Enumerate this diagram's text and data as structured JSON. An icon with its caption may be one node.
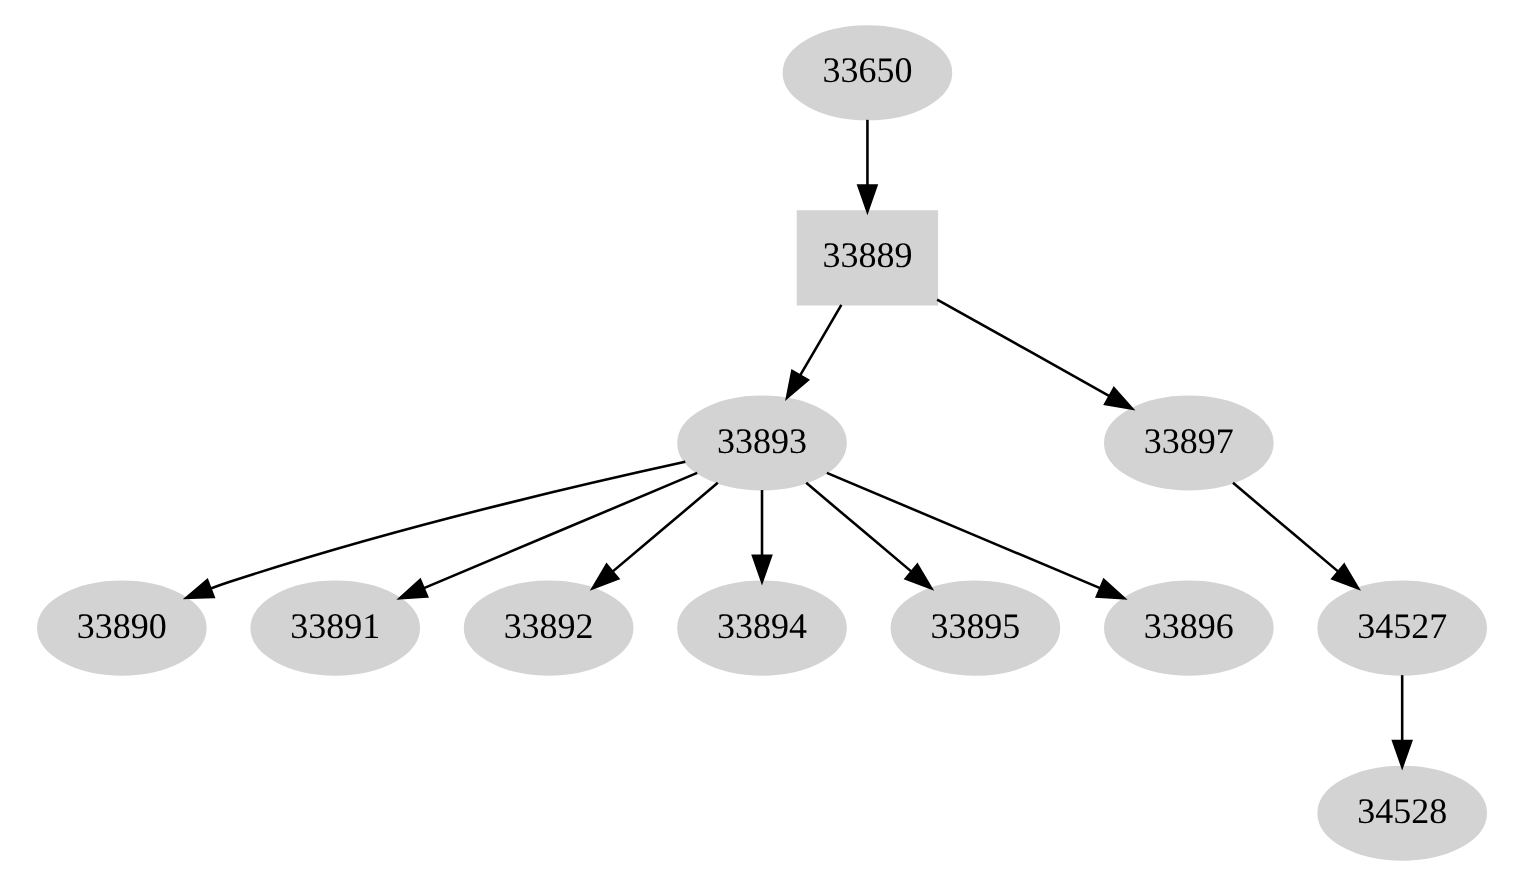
{
  "diagram": {
    "nodes": [
      {
        "text": [
          "33650"
        ]
      },
      {
        "text": [
          "33889"
        ]
      },
      {
        "text": [
          "33893"
        ]
      },
      {
        "text": [
          "33897"
        ]
      },
      {
        "text": [
          "33890"
        ]
      },
      {
        "text": [
          "33891"
        ]
      },
      {
        "text": [
          "33892"
        ]
      },
      {
        "text": [
          "33894"
        ]
      },
      {
        "text": [
          "33895"
        ]
      },
      {
        "text": [
          "33896"
        ]
      },
      {
        "text": [
          "34527"
        ]
      },
      {
        "text": [
          "34528"
        ]
      }
    ],
    "edges": [
      {
        "from": 0,
        "to": 1,
        "arrow": "to"
      },
      {
        "from": 1,
        "to": 2,
        "arrow": "to"
      },
      {
        "from": 1,
        "to": 3,
        "arrow": "to"
      },
      {
        "from": 2,
        "to": 4,
        "arrow": "to"
      },
      {
        "from": 2,
        "to": 5,
        "arrow": "to"
      },
      {
        "from": 2,
        "to": 6,
        "arrow": "to"
      },
      {
        "from": 2,
        "to": 7,
        "arrow": "to"
      },
      {
        "from": 2,
        "to": 8,
        "arrow": "to"
      },
      {
        "from": 2,
        "to": 9,
        "arrow": "to"
      },
      {
        "from": 3,
        "to": 10,
        "arrow": "to"
      },
      {
        "from": 10,
        "to": 11,
        "arrow": "to"
      }
    ]
  }
}
